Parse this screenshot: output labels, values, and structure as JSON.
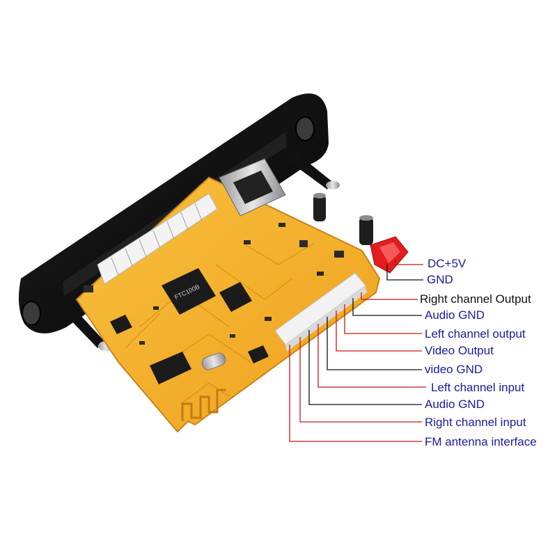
{
  "colors": {
    "pcb": "#f3ad23",
    "pcb_edge": "#c9831a",
    "panel": "#141414",
    "connector": "#f2f2f2",
    "red_connector": "#e21d1d",
    "leader_red": "#c61717",
    "leader_black": "#111111",
    "label_blue": "#1a1aa0",
    "label_dark": "#111111"
  },
  "chip_marking": "FTC100B",
  "power_labels": [
    {
      "text": "DC+5V",
      "line_color": "#c61717"
    },
    {
      "text": "GND",
      "line_color": "#111111"
    }
  ],
  "pin_labels": [
    {
      "text": "Right channel Output",
      "line_color": "#c61717"
    },
    {
      "text": "Audio GND",
      "line_color": "#111111"
    },
    {
      "text": "Left channel output",
      "line_color": "#c61717"
    },
    {
      "text": "Video Output",
      "line_color": "#c61717"
    },
    {
      "text": "video GND",
      "line_color": "#111111"
    },
    {
      "text": "Left channel input",
      "line_color": "#c61717"
    },
    {
      "text": "Audio GND",
      "line_color": "#111111"
    },
    {
      "text": "Right channel input",
      "line_color": "#c61717"
    },
    {
      "text": "FM antenna interface",
      "line_color": "#c61717"
    }
  ]
}
